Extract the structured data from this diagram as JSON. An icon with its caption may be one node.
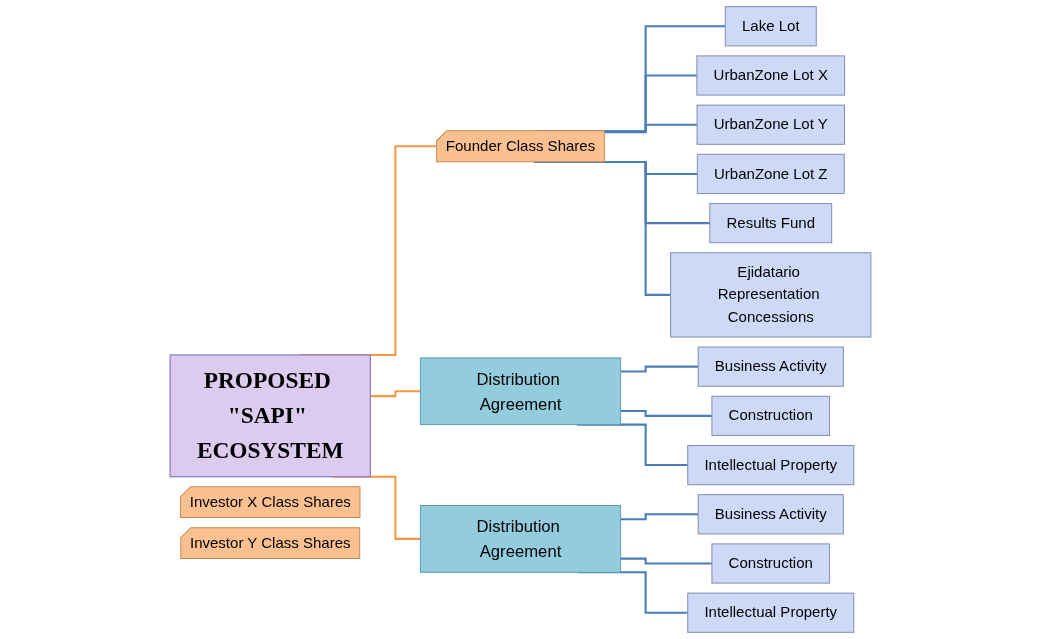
{
  "diagram": {
    "nodes": [
      {
        "text": [
          "PROPOSED \"SAPI\" ECOSYSTEM"
        ]
      },
      {
        "text": [
          "Founder Class Shares"
        ]
      },
      {
        "text": [
          "Lake Lot"
        ]
      },
      {
        "text": [
          "UrbanZone Lot X"
        ]
      },
      {
        "text": [
          "UrbanZone Lot Y"
        ]
      },
      {
        "text": [
          "UrbanZone Lot Z"
        ]
      },
      {
        "text": [
          "Results Fund"
        ]
      },
      {
        "text": [
          "Ejidatario Representation Concessions"
        ]
      },
      {
        "text": [
          "Distribution Agreement"
        ]
      },
      {
        "text": [
          "Investor X Class Shares"
        ]
      },
      {
        "text": [
          "Business Activity"
        ]
      },
      {
        "text": [
          "Construction"
        ]
      },
      {
        "text": [
          "Intellectual Property"
        ]
      },
      {
        "text": [
          "Distribution Agreement"
        ]
      },
      {
        "text": [
          "Investor Y Class Shares"
        ]
      },
      {
        "text": [
          "Business Activity"
        ]
      },
      {
        "text": [
          "Construction"
        ]
      },
      {
        "text": [
          "Intellectual Property"
        ]
      }
    ],
    "edges": [
      {
        "from": 0,
        "to": 1,
        "arrow": "none",
        "color": "#f79646"
      },
      {
        "from": 0,
        "to": 8,
        "arrow": "none",
        "color": "#f79646"
      },
      {
        "from": 0,
        "to": 13,
        "arrow": "none",
        "color": "#f79646"
      },
      {
        "from": 1,
        "to": 2,
        "arrow": "none"
      },
      {
        "from": 1,
        "to": 3,
        "arrow": "none"
      },
      {
        "from": 1,
        "to": 4,
        "arrow": "none"
      },
      {
        "from": 1,
        "to": 5,
        "arrow": "none"
      },
      {
        "from": 1,
        "to": 6,
        "arrow": "none"
      },
      {
        "from": 1,
        "to": 7,
        "arrow": "none"
      },
      {
        "from": 8,
        "to": 10,
        "arrow": "none"
      },
      {
        "from": 8,
        "to": 11,
        "arrow": "none"
      },
      {
        "from": 8,
        "to": 12,
        "arrow": "none"
      },
      {
        "from": 13,
        "to": 15,
        "arrow": "none"
      },
      {
        "from": 13,
        "to": 16,
        "arrow": "none"
      },
      {
        "from": 13,
        "to": 17,
        "arrow": "none"
      }
    ]
  }
}
